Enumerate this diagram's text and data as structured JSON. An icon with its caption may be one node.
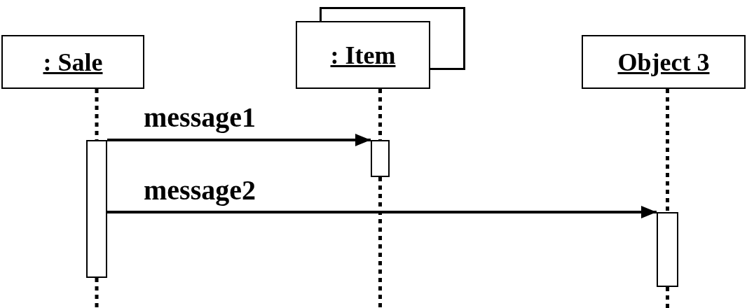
{
  "diagram": {
    "nodes": [
      {
        "text": [
          ": Sale"
        ]
      },
      {
        "text": [
          ": Item"
        ]
      },
      {
        "text": [
          "Object 3"
        ]
      },
      {
        "text": [],
        "shape": "bar"
      },
      {
        "text": [],
        "shape": "bar"
      },
      {
        "text": [],
        "shape": "bar"
      }
    ],
    "edges": [
      {
        "from": 0,
        "to": 3,
        "arrow": "none",
        "style": "dashed"
      },
      {
        "from": 1,
        "to": 4,
        "arrow": "none",
        "style": "dashed"
      },
      {
        "from": 2,
        "to": 5,
        "arrow": "none",
        "style": "dashed"
      },
      {
        "from": 3,
        "to": 4,
        "arrow": "to",
        "label": "message1"
      },
      {
        "from": 3,
        "to": 5,
        "arrow": "to",
        "label": "message2"
      }
    ]
  }
}
